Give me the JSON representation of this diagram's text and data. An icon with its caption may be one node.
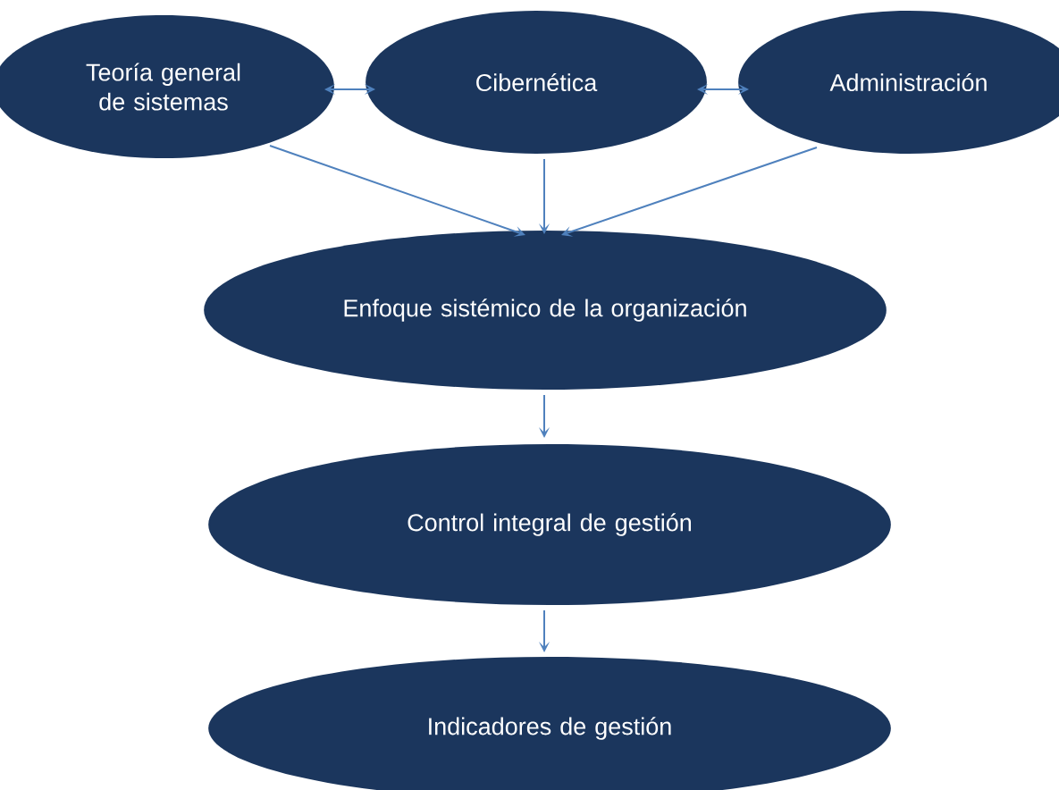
{
  "diagram": {
    "nodes": [
      {
        "text": [
          "Teoría general de sistemas"
        ]
      },
      {
        "text": [
          "Cibernética"
        ]
      },
      {
        "text": [
          "Administración"
        ]
      },
      {
        "text": [
          "Enfoque sistémico de la organización"
        ]
      },
      {
        "text": [
          "Control integral de gestión"
        ]
      },
      {
        "text": [
          "Indicadores de gestión"
        ]
      }
    ],
    "edges": [
      {
        "from": 0,
        "to": 1,
        "arrow": "both"
      },
      {
        "from": 1,
        "to": 2,
        "arrow": "both"
      },
      {
        "from": 0,
        "to": 3,
        "arrow": "to"
      },
      {
        "from": 1,
        "to": 3,
        "arrow": "to"
      },
      {
        "from": 2,
        "to": 3,
        "arrow": "to"
      },
      {
        "from": 3,
        "to": 4,
        "arrow": "to"
      },
      {
        "from": 4,
        "to": 5,
        "arrow": "to"
      }
    ]
  }
}
